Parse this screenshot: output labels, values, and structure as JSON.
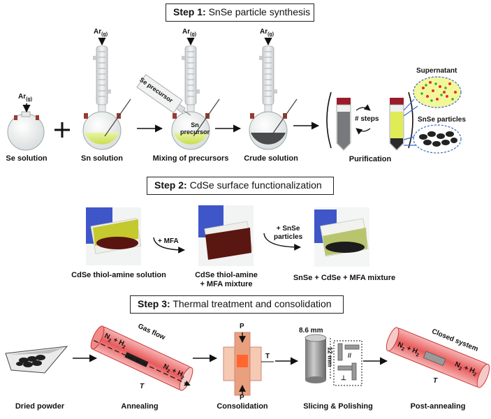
{
  "step1": {
    "prefix": "Step 1:",
    "title": "SnSe particle synthesis"
  },
  "step2": {
    "prefix": "Step 2:",
    "title": "CdSe surface functionalization"
  },
  "step3": {
    "prefix": "Step 3:",
    "title": "Thermal treatment and consolidation"
  },
  "gas": {
    "main": "Ar",
    "sub": "(g)"
  },
  "row1": {
    "se_solution": "Se solution",
    "sn_solution": "Sn solution",
    "mixing": "Mixing of precursors",
    "crude": "Crude solution",
    "purification": "Purification",
    "se_precursor": "Se precursor",
    "sn_precursor_1": "Sn",
    "sn_precursor_2": "precursor",
    "steps": "# steps",
    "supernatant": "Supernatant",
    "snse_particles": "SnSe particles",
    "plus": "+"
  },
  "row2": {
    "cdse_solution": "CdSe thiol-amine solution",
    "mfa_label": "+ MFA",
    "mixture_1": "CdSe thiol-amine",
    "mixture_2": "+ MFA mixture",
    "add_snse_1": "+ SnSe",
    "add_snse_2": "particles",
    "final": "SnSe + CdSe + MFA mixture"
  },
  "row3": {
    "dried_powder": "Dried powder",
    "annealing": "Annealing",
    "consolidation": "Consolidation",
    "slicing": "Slicing & Polishing",
    "post_annealing": "Post-annealing",
    "gas_flow": "Gas flow",
    "closed_system": "Closed system",
    "gas_mix": "N",
    "gas_mix_a": "2",
    "gas_mix_b": " + H",
    "gas_mix_c": "2",
    "temp": "T",
    "pressure": "P",
    "dim_1": "8.6 mm",
    "dim_2": "12 mm",
    "parallel": "//",
    "perp": "⊥"
  }
}
